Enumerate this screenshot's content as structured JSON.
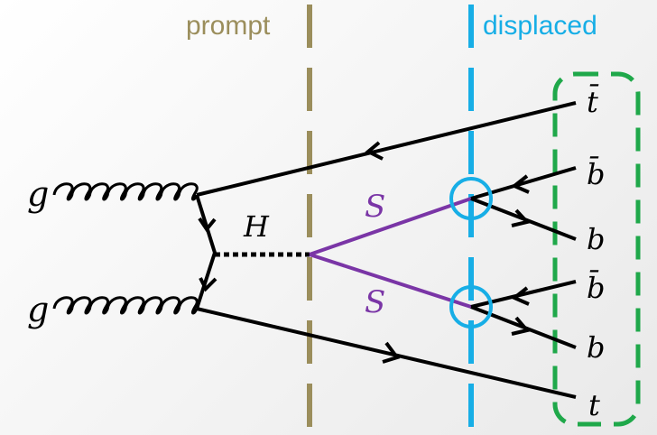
{
  "labels": {
    "prompt": "prompt",
    "displaced": "displaced",
    "gluon_top": "g",
    "gluon_bottom": "g",
    "higgs": "H",
    "scalar_top": "S",
    "scalar_bottom": "S",
    "top_bar": "t̄",
    "b_bar_top": "b̄",
    "b_top": "b",
    "b_bar_bottom": "b̄",
    "b_bottom": "b",
    "top": "t"
  },
  "colors": {
    "prompt_line": "#9b8e5c",
    "prompt_text": "#9b8e5c",
    "displaced_line": "#17aee6",
    "displaced_text": "#17aee6",
    "scalar": "#7a35a6",
    "box": "#1fa84a",
    "ink": "#000000"
  }
}
